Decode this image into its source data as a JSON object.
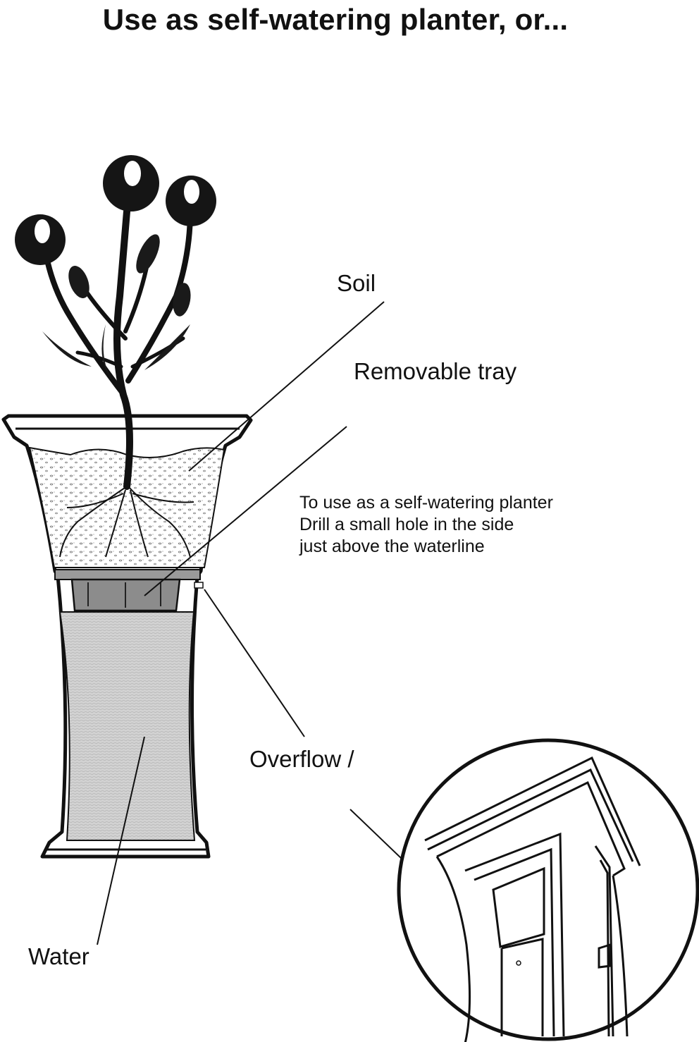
{
  "title": "Use as self-watering planter, or...",
  "labels": {
    "soil": "Soil",
    "tray": "Removable tray",
    "overflow": "Overflow /",
    "water": "Water"
  },
  "note": {
    "line1": "To use as a self-watering planter",
    "line2": "Drill a small hole in the side",
    "line3": "just above the waterline"
  }
}
